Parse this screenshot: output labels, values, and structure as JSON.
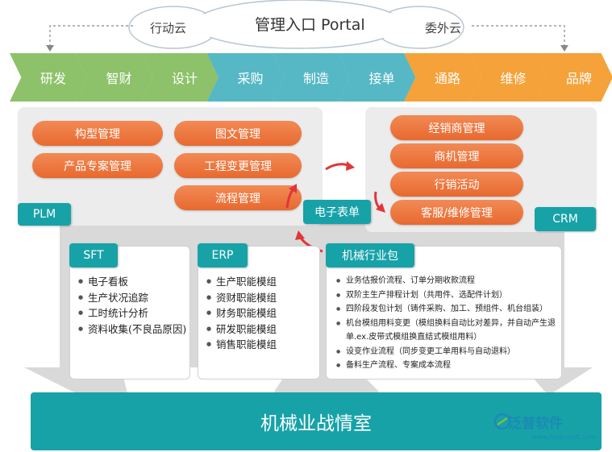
{
  "portal": {
    "title": "管理入口 Portal",
    "left": "行动云",
    "right": "委外云"
  },
  "chain": [
    {
      "label": "研发",
      "color": "#8dc26a"
    },
    {
      "label": "智财",
      "color": "#8dc26a"
    },
    {
      "label": "设计",
      "color": "#8dc26a"
    },
    {
      "label": "采购",
      "color": "#56b8c4"
    },
    {
      "label": "制造",
      "color": "#56b8c4"
    },
    {
      "label": "接单",
      "color": "#56b8c4"
    },
    {
      "label": "通路",
      "color": "#f5a23a"
    },
    {
      "label": "维修",
      "color": "#f5a23a"
    },
    {
      "label": "品牌",
      "color": "#f5a23a"
    }
  ],
  "plm": {
    "tag": "PLM",
    "items": [
      "构型管理",
      "产品专案管理",
      "图文管理",
      "工程变更管理",
      "流程管理"
    ]
  },
  "crm": {
    "tag": "CRM",
    "items": [
      "经销商管理",
      "商机管理",
      "行销活动",
      "客服/维修管理"
    ]
  },
  "eform": "电子表单",
  "sft": {
    "tag": "SFT",
    "items": [
      "电子看板",
      "生产状况追踪",
      "工时统计分析",
      "资料收集(不良品原因)"
    ]
  },
  "erp": {
    "tag": "ERP",
    "items": [
      "生产职能模组",
      "资财职能模组",
      "财务职能模组",
      "研发职能模组",
      "销售职能模组"
    ]
  },
  "machinery": {
    "tag": "机械行业包",
    "items": [
      "业务估报价流程、订单分期收款流程",
      "双阶主生产排程计划（共用件、选配件计划）",
      "四阶段发包计划（铸件采购、加工、预组件、机台组装）",
      "机台模组用料变更（模组换料自动比对差异，并自动产生退单.ex.皮带式模组换直结式模组用料）",
      "设变作业流程（同步变更工单用料与自动退料）",
      "备料生产流程、专案成本流程"
    ]
  },
  "war_room": "机械业战情室",
  "brand": {
    "name": "泛普软件",
    "url": "www.fanpusoft.com"
  },
  "colors": {
    "accent": "#17a2a8",
    "pill": "#e8692f",
    "arrow": "#e0363a"
  }
}
